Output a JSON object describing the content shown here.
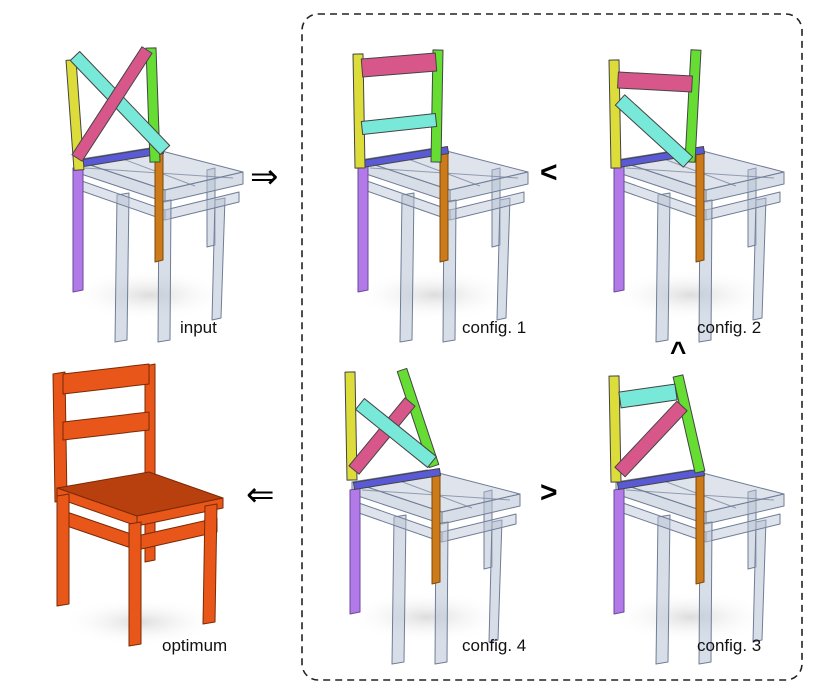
{
  "labels": {
    "input": "input",
    "config1": "config. 1",
    "config2": "config. 2",
    "config3": "config. 3",
    "config4": "config. 4",
    "optimum": "optimum"
  },
  "comparisons": {
    "c1_vs_c2": "<",
    "c2_vs_c3": "^",
    "c4_vs_c3": ">"
  },
  "arrows": {
    "input_to_configs": "⇒",
    "configs_to_optimum": "⇐"
  },
  "colors": {
    "yellow": "#dcdc3a",
    "cyan": "#78e8d8",
    "pink": "#d8578a",
    "green": "#66dd33",
    "blue": "#5a5ad6",
    "purple": "#b27ae8",
    "orange_leg": "#cc7a1a",
    "glass_fill": "#b8c2d4",
    "glass_stroke": "#6f7d96",
    "optimum_fill": "#e8561a",
    "optimum_dark": "#b8400e",
    "optimum_stroke": "#7a2a05"
  }
}
